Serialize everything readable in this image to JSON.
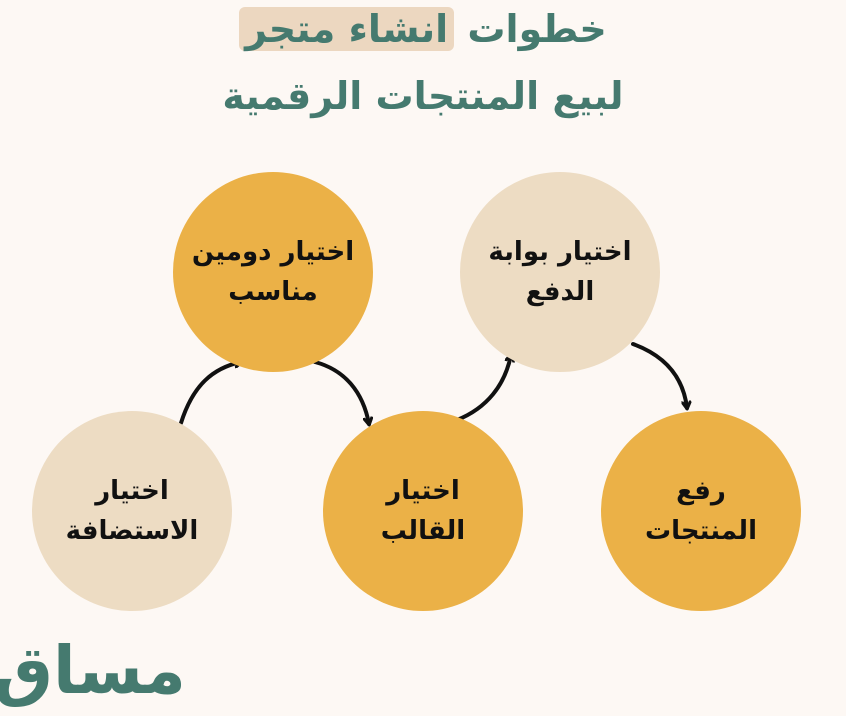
{
  "title": {
    "line1_plain": "خطوات",
    "line1_highlight": "انشاء متجر",
    "line2": "لبيع المنتجات الرقمية"
  },
  "steps": [
    {
      "text": "اختيار الاستضافة"
    },
    {
      "text": "اختيار دومين مناسب"
    },
    {
      "text": "اختيار القالب"
    },
    {
      "text": "اختيار بوابة الدفع"
    },
    {
      "text": "رفع المنتجات"
    }
  ],
  "logo": {
    "text": "مساق"
  },
  "colors": {
    "background": "#fdf8f4",
    "title": "#457a6f",
    "highlight": "#ecd7c0",
    "orange_circle": "#ebb147",
    "beige_circle": "#eddcc3",
    "arrow": "#111111"
  }
}
